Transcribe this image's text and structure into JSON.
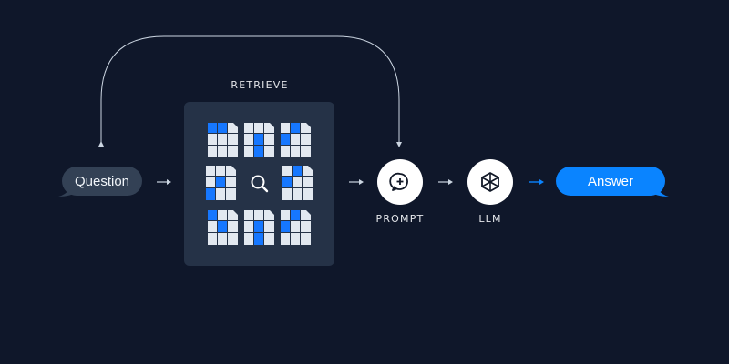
{
  "retrieve_label": "RETRIEVE",
  "question": "Question",
  "answer": "Answer",
  "prompt_label": "PROMPT",
  "llm_label": "LLM",
  "colors": {
    "background": "#0f172a",
    "panel": "#253247",
    "question_bubble": "#334155",
    "answer_bubble": "#0a84ff",
    "doc_blue": "#1677ff",
    "doc_gray": "#e2e8f0",
    "arrow": "#cbd5e1"
  },
  "icons": [
    "document-grid-icon",
    "search-icon",
    "chat-plus-icon",
    "cube-icon"
  ]
}
